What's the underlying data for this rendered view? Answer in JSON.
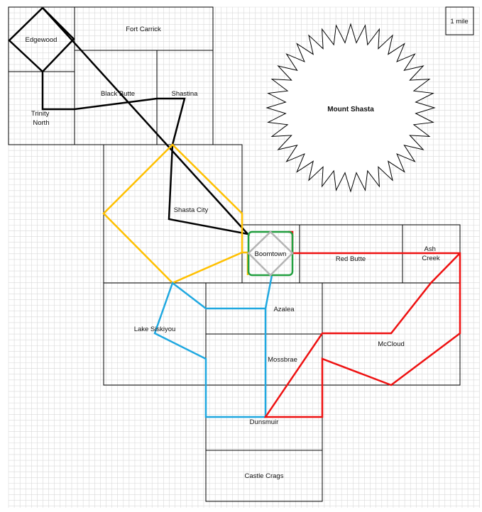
{
  "scale_label": "1 mile",
  "regions": [
    {
      "id": "edgewood",
      "name": "Edgewood"
    },
    {
      "id": "fort-carrick",
      "name": "Fort Carrick"
    },
    {
      "id": "black-butte",
      "name": "Black Butte"
    },
    {
      "id": "shastina",
      "name": "Shastina"
    },
    {
      "id": "trinity-north",
      "name": "Trinity\nNorth"
    },
    {
      "id": "shasta-city",
      "name": "Shasta City"
    },
    {
      "id": "boomtown",
      "name": "Boomtown"
    },
    {
      "id": "red-butte",
      "name": "Red Butte"
    },
    {
      "id": "ash-creek",
      "name": "Ash\nCreek"
    },
    {
      "id": "lake-siskiyou",
      "name": "Lake Siskiyou"
    },
    {
      "id": "azalea",
      "name": "Azalea"
    },
    {
      "id": "mossbrae",
      "name": "Mossbrae"
    },
    {
      "id": "mccloud",
      "name": "McCloud"
    },
    {
      "id": "dunsmuir",
      "name": "Dunsmuir"
    },
    {
      "id": "castle-crags",
      "name": "Castle Crags"
    }
  ],
  "landmark": {
    "name": "Mount Shasta"
  },
  "routes": [
    {
      "id": "black-route",
      "color": "#000000"
    },
    {
      "id": "yellow-route",
      "color": "#FFC000"
    },
    {
      "id": "blue-route",
      "color": "#1FA8E0"
    },
    {
      "id": "red-route",
      "color": "#EE1111"
    },
    {
      "id": "green-route",
      "color": "#22A040"
    },
    {
      "id": "gray-route",
      "color": "#B4B4B4"
    }
  ],
  "colors": {
    "grid": "#D9D9D9",
    "border": "#000000"
  }
}
